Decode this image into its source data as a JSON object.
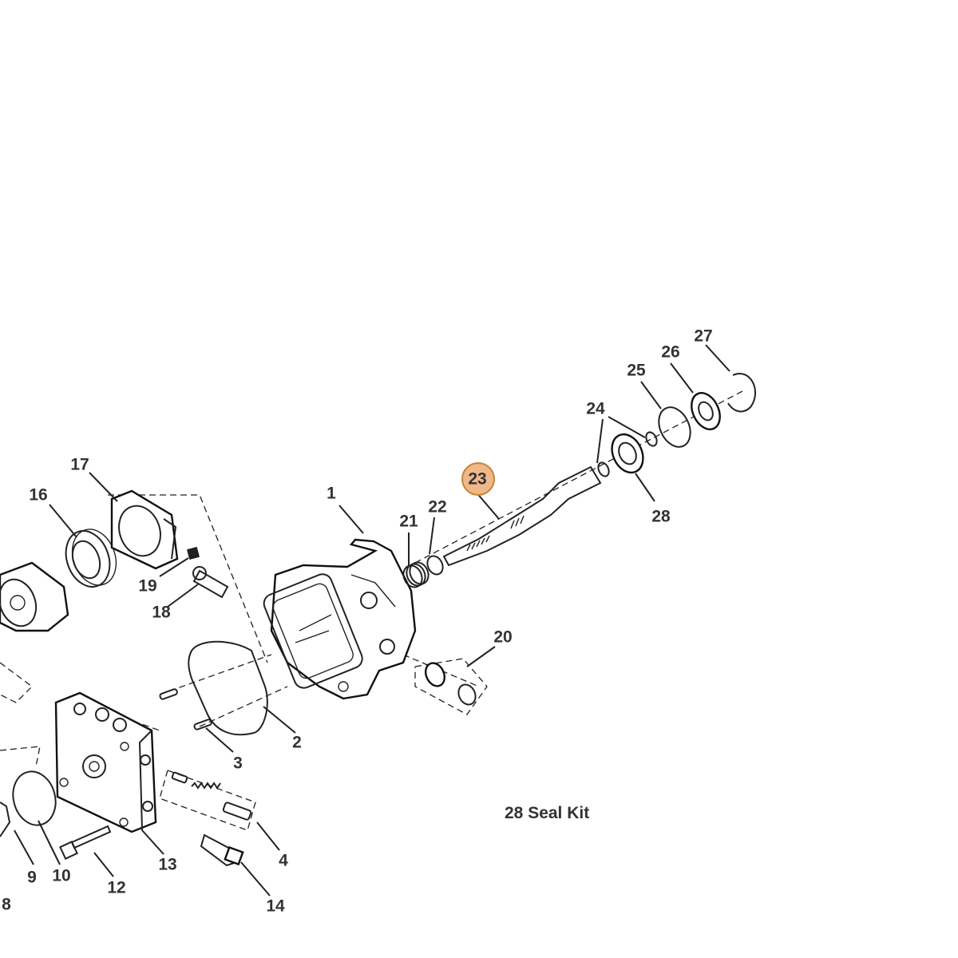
{
  "diagram": {
    "highlight_color": "#f0b789",
    "line_color": "#222222",
    "callouts": [
      {
        "id": "c1",
        "text": "1"
      },
      {
        "id": "c2",
        "text": "2"
      },
      {
        "id": "c3",
        "text": "3"
      },
      {
        "id": "c4",
        "text": "4"
      },
      {
        "id": "c8",
        "text": "8"
      },
      {
        "id": "c9",
        "text": "9"
      },
      {
        "id": "c10",
        "text": "10"
      },
      {
        "id": "c12",
        "text": "12"
      },
      {
        "id": "c13",
        "text": "13"
      },
      {
        "id": "c14",
        "text": "14"
      },
      {
        "id": "c16",
        "text": "16"
      },
      {
        "id": "c17",
        "text": "17"
      },
      {
        "id": "c18",
        "text": "18"
      },
      {
        "id": "c19",
        "text": "19"
      },
      {
        "id": "c20",
        "text": "20"
      },
      {
        "id": "c21",
        "text": "21"
      },
      {
        "id": "c22",
        "text": "22"
      },
      {
        "id": "c23",
        "text": "23",
        "highlighted": true
      },
      {
        "id": "c24",
        "text": "24"
      },
      {
        "id": "c25",
        "text": "25"
      },
      {
        "id": "c26",
        "text": "26"
      },
      {
        "id": "c27",
        "text": "27"
      },
      {
        "id": "c28",
        "text": "28"
      }
    ],
    "note": "28 Seal Kit"
  }
}
